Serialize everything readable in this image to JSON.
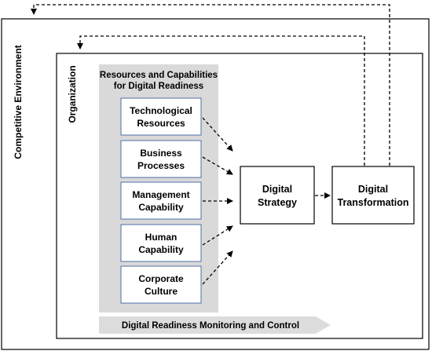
{
  "outer_frame": {
    "label": "Competitive Environment"
  },
  "organization": {
    "label": "Organization"
  },
  "resources_panel": {
    "title_line1": "Resources and Capabilities",
    "title_line2": "for Digital Readiness",
    "items": [
      {
        "line1": "Technological",
        "line2": "Resources"
      },
      {
        "line1": "Business",
        "line2": "Processes"
      },
      {
        "line1": "Management",
        "line2": "Capability"
      },
      {
        "line1": "Human",
        "line2": "Capability"
      },
      {
        "line1": "Corporate",
        "line2": "Culture"
      }
    ]
  },
  "strategy_box": {
    "line1": "Digital",
    "line2": "Strategy"
  },
  "transformation_box": {
    "line1": "Digital",
    "line2": "Transformation"
  },
  "monitoring_arrow": {
    "label": "Digital Readiness Monitoring and Control"
  },
  "colors": {
    "panel_gray": "#d9d9d9",
    "arrow_gray": "#dcdcdc",
    "box_border": "#4f6fa8",
    "line": "#000000"
  }
}
